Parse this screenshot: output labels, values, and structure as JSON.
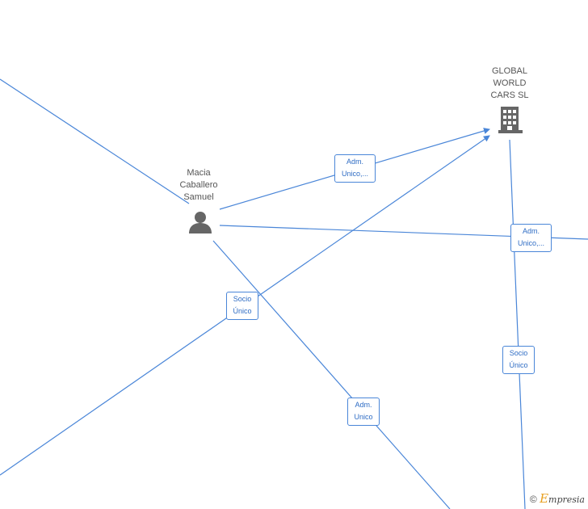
{
  "nodes": {
    "company": {
      "line1": "GLOBAL",
      "line2": "WORLD",
      "line3": "CARS  SL",
      "icon": "building-icon"
    },
    "person": {
      "line1": "Macia",
      "line2": "Caballero",
      "line3": "Samuel",
      "icon": "person-icon"
    }
  },
  "edge_labels": {
    "adm_1": {
      "line1": "Adm.",
      "line2": "Unico,..."
    },
    "adm_2": {
      "line1": "Adm.",
      "line2": "Unico,..."
    },
    "socio_1": {
      "line1": "Socio",
      "line2": "Único"
    },
    "socio_2": {
      "line1": "Socio",
      "line2": "Único"
    },
    "adm_3": {
      "line1": "Adm.",
      "line2": "Unico"
    }
  },
  "footer": {
    "copyright": "©",
    "brand_first": "E",
    "brand_rest": "mpresia"
  },
  "colors": {
    "edge": "#4a86d8",
    "icon": "#666666",
    "label_text": "#2e6cc4"
  }
}
